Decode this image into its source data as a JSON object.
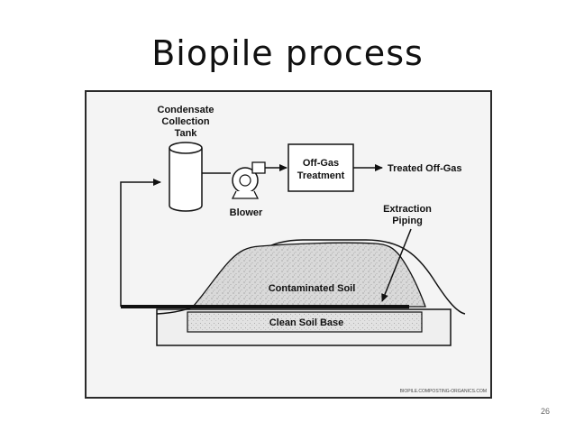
{
  "slide": {
    "title": "Biopile process",
    "page_number": "26"
  },
  "diagram": {
    "labels": {
      "tank_line1": "Condensate",
      "tank_line2": "Collection",
      "tank_line3": "Tank",
      "blower": "Blower",
      "offgas_line1": "Off-Gas",
      "offgas_line2": "Treatment",
      "treated": "Treated Off-Gas",
      "extraction_line1": "Extraction",
      "extraction_line2": "Piping",
      "contaminated": "Contaminated Soil",
      "clean_base": "Clean Soil Base"
    },
    "credit": "BIOPILE.COMPOSTING-ORGANICS.COM"
  }
}
